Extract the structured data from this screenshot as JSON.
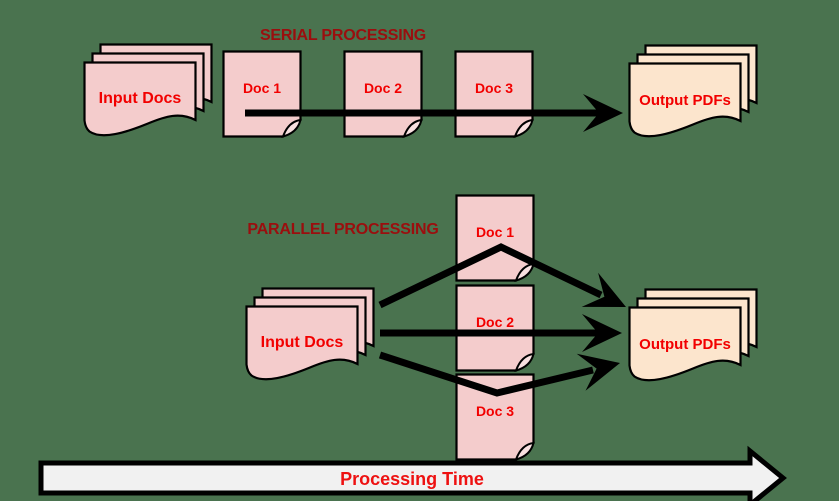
{
  "colors": {
    "background": "#4a734f",
    "doc_pink": "#f4cccc",
    "pdf_cream": "#fce5cd",
    "title_dark_red": "#9b0e0e",
    "label_red": "#f20000",
    "arrow_black": "#000000",
    "timeline_arrow_fill": "#f1f1f1"
  },
  "serial": {
    "title": "SERIAL PROCESSING",
    "input_label": "Input Docs",
    "docs": [
      "Doc 1",
      "Doc 2",
      "Doc 3"
    ],
    "output_label": "Output PDFs"
  },
  "parallel": {
    "title": "PARALLEL PROCESSING",
    "input_label": "Input Docs",
    "docs": [
      "Doc 1",
      "Doc 2",
      "Doc 3"
    ],
    "output_label": "Output PDFs"
  },
  "timeline": {
    "label": "Processing Time"
  }
}
